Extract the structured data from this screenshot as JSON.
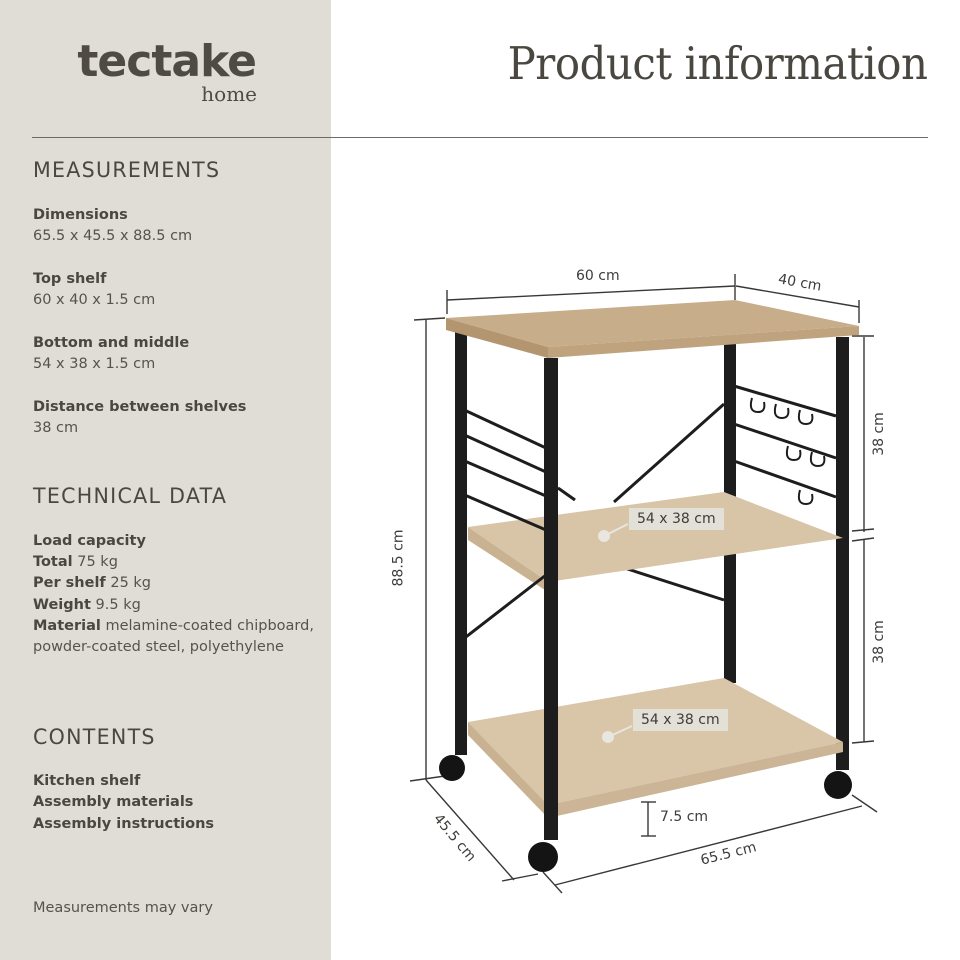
{
  "brand": {
    "name": "tectake",
    "sub": "home"
  },
  "header": {
    "title": "Product information"
  },
  "measurements": {
    "heading": "MEASUREMENTS",
    "items": [
      {
        "label": "Dimensions",
        "value": "65.5 x 45.5 x 88.5 cm"
      },
      {
        "label": "Top shelf",
        "value": "60 x 40 x 1.5 cm"
      },
      {
        "label": "Bottom and middle",
        "value": "54 x 38 x 1.5 cm"
      },
      {
        "label": "Distance between shelves",
        "value": "38 cm"
      }
    ]
  },
  "technical": {
    "heading": "TECHNICAL DATA",
    "load_capacity": "Load capacity",
    "rows": [
      {
        "label": "Total",
        "value": "75 kg"
      },
      {
        "label": "Per shelf",
        "value": "25 kg"
      },
      {
        "label": "Weight",
        "value": "9.5 kg"
      },
      {
        "label": "Material",
        "value": "melamine-coated chipboard, powder-coated steel, polyethylene"
      }
    ]
  },
  "contents": {
    "heading": "CONTENTS",
    "items": [
      "Kitchen shelf",
      "Assembly materials",
      "Assembly instructions"
    ]
  },
  "footnote": "Measurements may vary",
  "diagram": {
    "top_width": "60 cm",
    "top_depth": "40 cm",
    "total_height": "88.5 cm",
    "upper_gap": "38 cm",
    "lower_gap": "38 cm",
    "middle_shelf": "54 x 38 cm",
    "bottom_shelf": "54 x 38 cm",
    "ground_clearance": "7.5 cm",
    "base_depth": "45.5 cm",
    "base_width": "65.5 cm"
  },
  "colors": {
    "sidebar_bg": "#dfddd6",
    "text": "#4a4741",
    "wood": "#cdb596",
    "frame": "#1c1c1c"
  }
}
